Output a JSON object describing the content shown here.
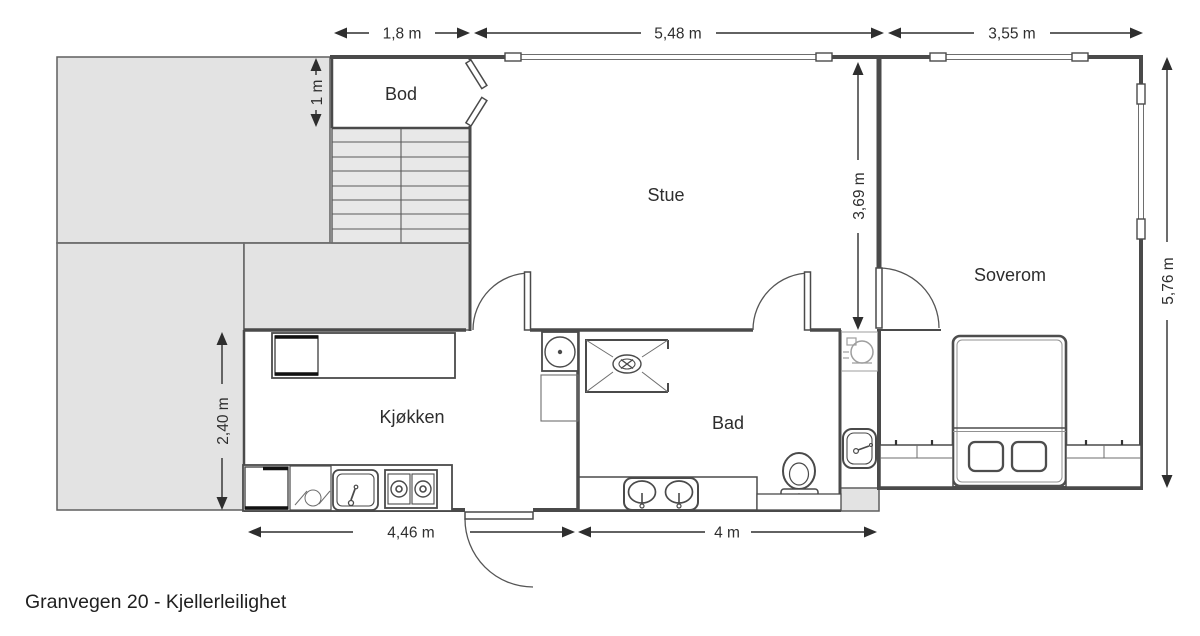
{
  "title": "Granvegen 20 - Kjellerleilighet",
  "rooms": {
    "bod": "Bod",
    "stue": "Stue",
    "soverom": "Soverom",
    "kjokken": "Kjøkken",
    "bad": "Bad"
  },
  "dimensions": {
    "bod_width": "1,8 m",
    "stue_width": "5,48 m",
    "soverom_width": "3,55 m",
    "bod_depth": "1 m",
    "stue_depth": "3,69 m",
    "soverom_depth": "5,76 m",
    "kjokken_depth": "2,40 m",
    "kjokken_width": "4,46 m",
    "bad_width": "4 m"
  },
  "colors": {
    "unexcavated_fill": "#e3e3e3",
    "wall": "#4a4a4a",
    "dimension_text": "#2e2e2e",
    "light_fixture_stroke": "#9e9e9e"
  },
  "fixtures": {
    "kitchen": [
      "counter-appliance",
      "water-heater",
      "refrigerator",
      "cooktop-panel",
      "kitchen-sink",
      "two-burner-stove"
    ],
    "bathroom": [
      "shower",
      "double-sink-vanity",
      "toilet",
      "washing-machine",
      "hand-basin"
    ],
    "bedroom": [
      "double-bed",
      "bedside-bench-left",
      "bedside-bench-right"
    ],
    "circulation": [
      "staircase",
      "entrance-door",
      "interior-door",
      "window"
    ]
  }
}
